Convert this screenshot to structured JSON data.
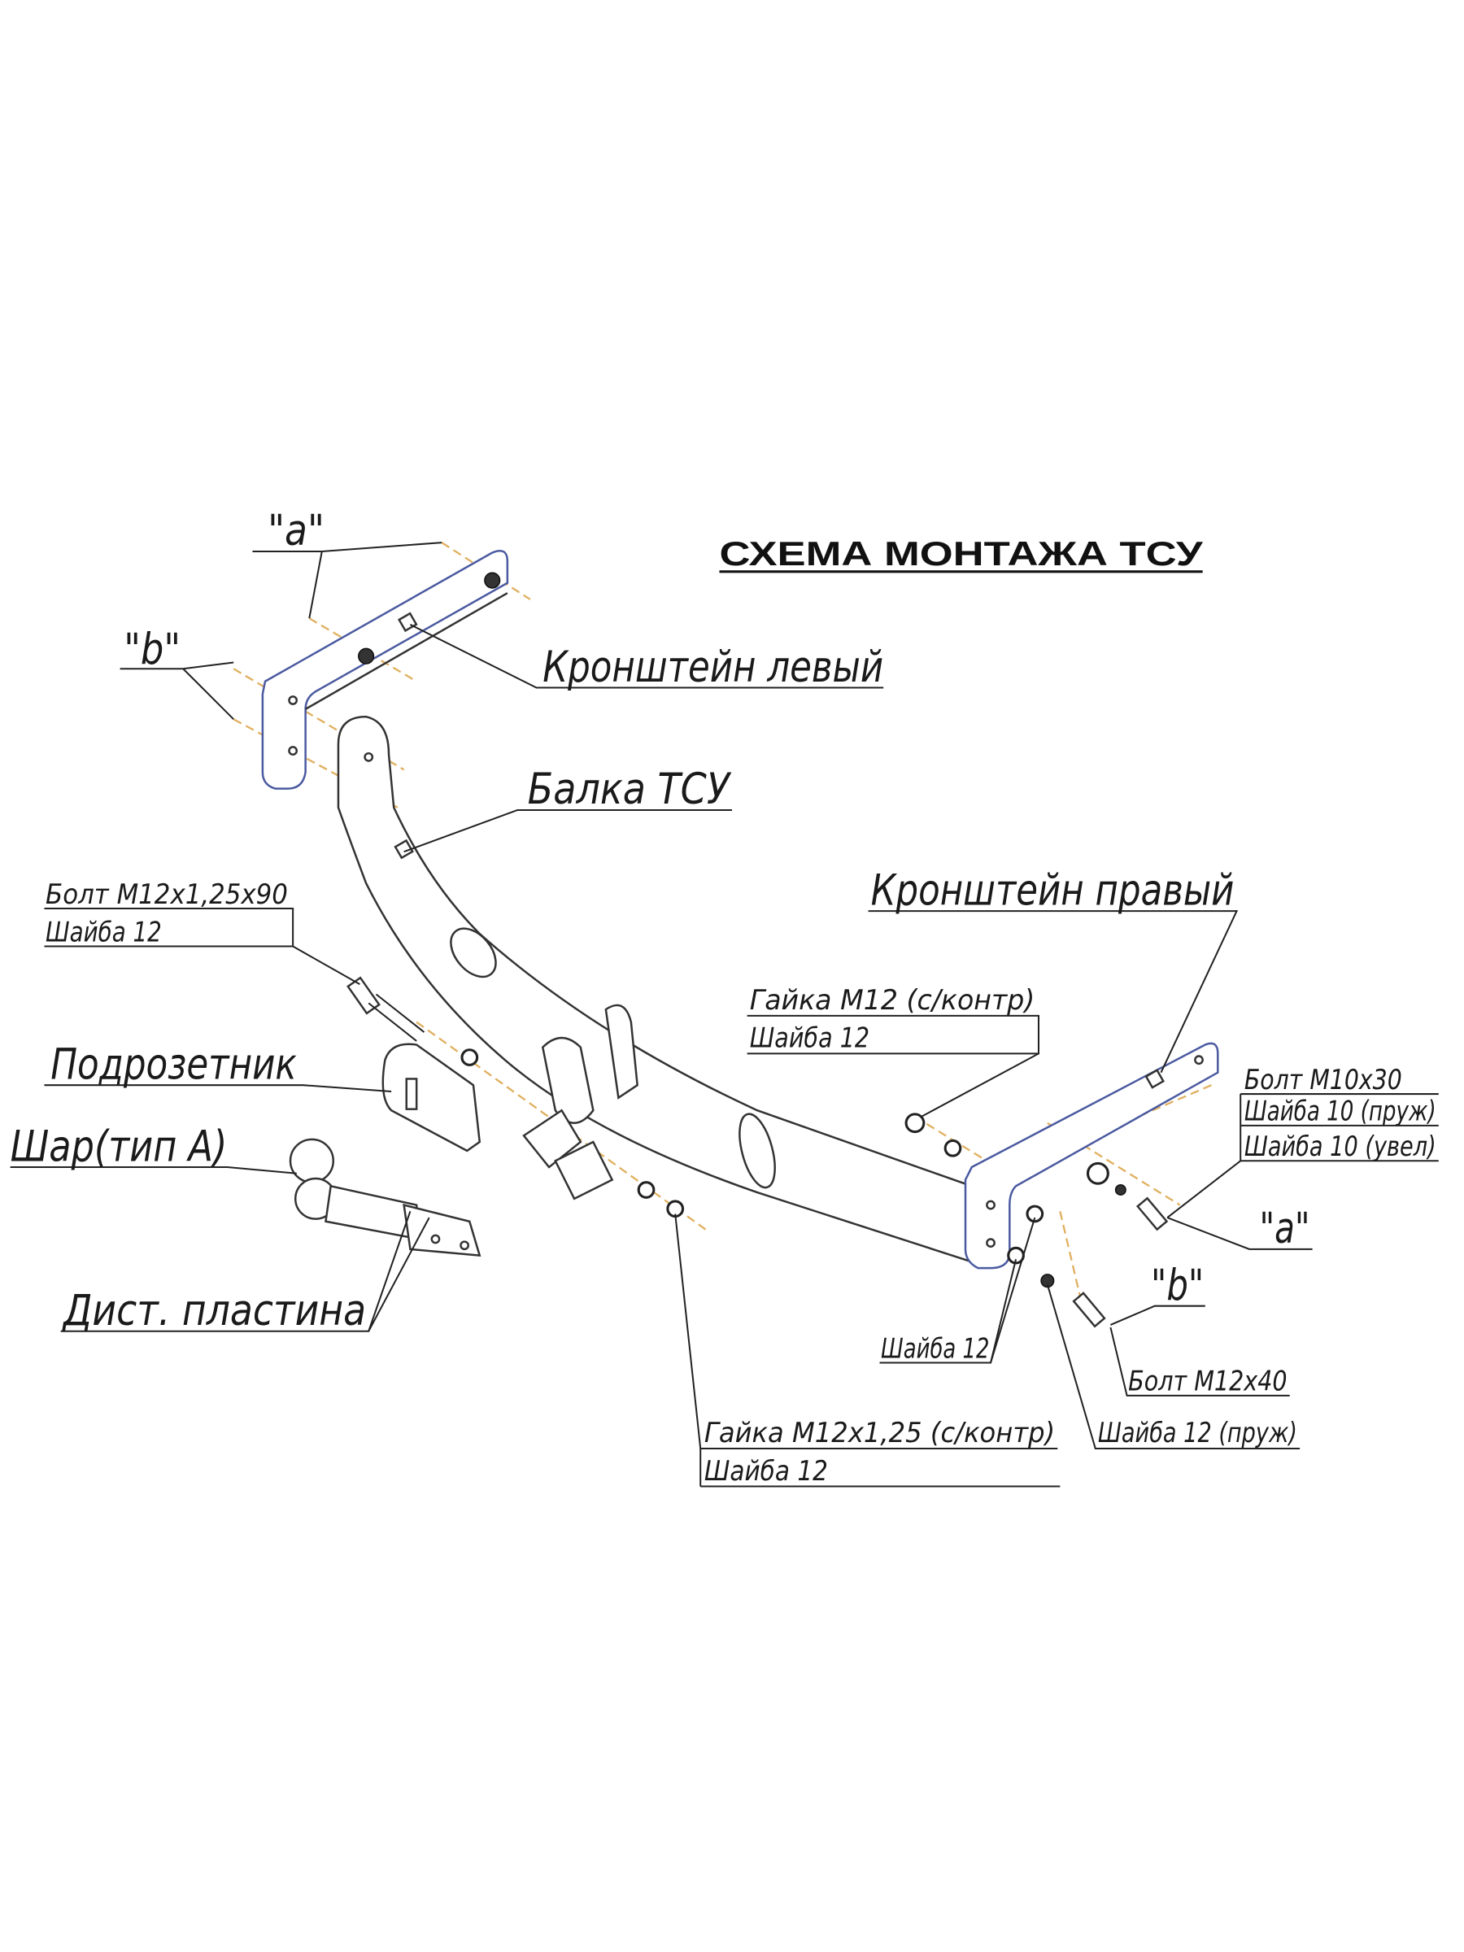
{
  "title": "СХЕМА МОНТАЖА ТСУ",
  "labels": {
    "a_top": "\"a\"",
    "b_left": "\"b\"",
    "bracket_left": "Кронштейн левый",
    "beam": "Балка ТСУ",
    "bolt_m12x125x90": "Болт M12x1,25x90",
    "washer_12_top_left": "Шайба 12",
    "bracket_right": "Кронштейн правый",
    "socket_plate": "Подрозетник",
    "ball": "Шар(тип А)",
    "spacer_plate": "Дист. пластина",
    "nut_m12": "Гайка M12 (с/контр)",
    "washer_12_nut": "Шайба 12",
    "bolt_m10x30": "Болт M10x30",
    "washer_10_spring": "Шайба 10 (пруж)",
    "washer_10_wide": "Шайба 10 (увел)",
    "a_right": "\"a\"",
    "b_right": "\"b\"",
    "washer_12_right": "Шайба 12",
    "bolt_m12x40": "Болт M12x40",
    "nut_m12x125": "Гайка M12x1,25 (с/контр)",
    "washer_12_bottom": "Шайба 12",
    "washer_12_spring": "Шайба 12 (пруж)"
  }
}
